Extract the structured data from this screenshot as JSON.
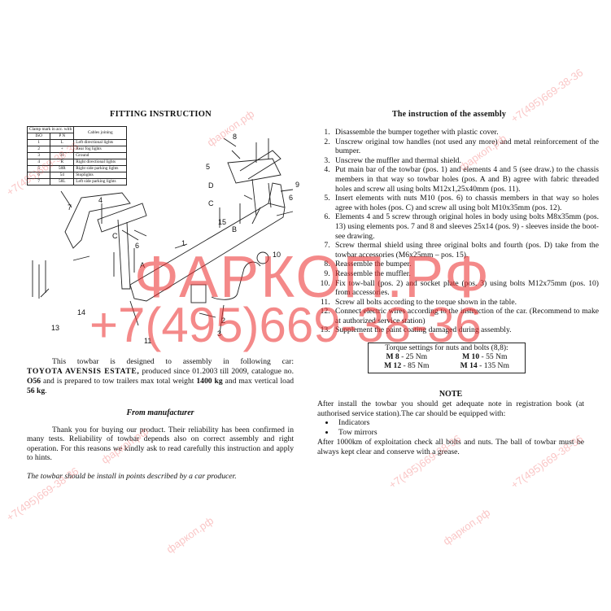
{
  "left": {
    "title": "FITTING INSTRUCTION",
    "clamp_table": {
      "header": [
        "Clamp mark in acc. with",
        "Cables joining"
      ],
      "subheader": [
        "ISO",
        "P N"
      ],
      "rows": [
        [
          "1",
          "L",
          "Left directional lights"
        ],
        [
          "2",
          "+",
          "Rear fog lights"
        ],
        [
          "3",
          "31",
          "Ground"
        ],
        [
          "4",
          "R",
          "Right directional lights"
        ],
        [
          "5",
          "58R",
          "Right side parking lights"
        ],
        [
          "6",
          "54",
          "Stoplights"
        ],
        [
          "7",
          "58L",
          "Left side parking lights"
        ]
      ]
    },
    "diagram_labels": [
      "8",
      "5",
      "D",
      "C",
      "6",
      "9",
      "15",
      "B",
      "1",
      "10",
      "7",
      "4",
      "C",
      "6",
      "A",
      "14",
      "13",
      "3",
      "2",
      "11"
    ],
    "intro": {
      "line1": "This towbar is designed to assembly in following car:",
      "car": "TOYOTA AVENSIS ESTATE,",
      "line2a": " produced since 01.2003 till 2009, catalogue no. ",
      "catalogue": "O56",
      "line2b": " and is prepared to tow trailers max total weight ",
      "weight": "1400 kg",
      "line2c": " and max vertical load ",
      "load": "56 kg",
      "end": "."
    },
    "manufacturer_title": "From manufacturer",
    "manufacturer_text": "Thank you for buying our product. Their reliability has been confirmed in many tests. Reliability of towbar depends also on correct assembly and right operation. For this reasons we kindly ask to read carefully this instruction and apply to hints.",
    "footer_note": "The towbar should be install in points described by a car producer."
  },
  "right": {
    "title": "The instruction of the assembly",
    "steps": [
      "Disassemble the bumper together with plastic cover.",
      "Unscrew original tow handles (not used any more) and metal reinforcement of the bumper.",
      "Unscrew the muffler and thermal shield.",
      "Put main bar of the towbar (pos. 1) and elements 4 and 5 (see draw.) to the chassis members in that way so towbar holes (pos. A and B) agree  with fabric threaded holes and screw all using bolts M12x1,25x40mm (pos. 11).",
      "Insert elements with nuts M10 (pos. 6) to chassis members in that way so holes agree  with holes (pos. C) and screw all using bolt M10x35mm (pos. 12).",
      "Elements 4 and 5 screw through original holes in body using bolts M8x35mm (pos. 13) using elements pos. 7 and 8 and sleeves 25x14 (pos. 9) - sleeves inside the boot-see drawing.",
      "Screw thermal shield using three original bolts and fourth (pos. D) take from the towbar accessories (M6x25mm – pos. 15).",
      "Reassemble the bumper.",
      "Reassemble the muffler.",
      "Fix tow-ball (pos. 2) and socket plate (pos. 3) using bolts M12x75mm (pos. 10) from accessories.",
      "Screw all bolts according to the torque shown in the table.",
      "Connect electric wires according to the instruction of the car. (Recommend to make at authorized service station)",
      "Supplement the paint coating damaged during assembly."
    ],
    "torque": {
      "title": "Torque settings for nuts and bolts (8,8):",
      "items": [
        {
          "size": "M 8",
          "value": " - 25 Nm"
        },
        {
          "size": "M 10",
          "value": " - 55 Nm"
        },
        {
          "size": "M 12",
          "value": " - 85 Nm"
        },
        {
          "size": "M 14",
          "value": " - 135 Nm"
        }
      ]
    },
    "note_title": "NOTE",
    "note_text": "After install the towbar you should get adequate note in registration book (at authorised service station).The car should be equipped with:",
    "note_items": [
      "Indicators",
      "Tow mirrors"
    ],
    "final_text": "After 1000km of exploitation check all bolts and nuts. The ball of towbar must be always kept clear and conserve with a grease."
  },
  "watermark": {
    "brand": "ФАРКОП.РФ",
    "phone": "+7(495)669-38-36",
    "small_brand": "фаркоп.рф",
    "small_phone": "+7(495)669-38-36"
  }
}
